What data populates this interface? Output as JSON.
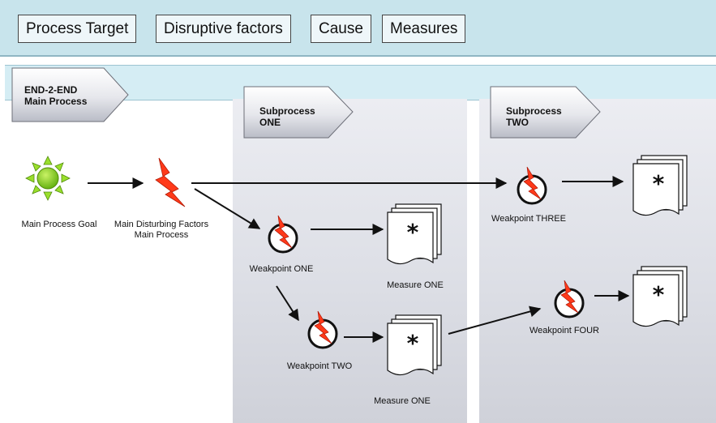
{
  "toolbar": {
    "tabs": [
      {
        "label": "Process Target"
      },
      {
        "label": "Disruptive factors"
      },
      {
        "label": "Cause"
      },
      {
        "label": "Measures"
      }
    ]
  },
  "process": {
    "main_line1": "END-2-END",
    "main_line2": "Main Process",
    "sub1_line1": "Subprocess",
    "sub1_line2": "ONE",
    "sub2_line1": "Subprocess",
    "sub2_line2": "TWO"
  },
  "nodes": {
    "goal": "Main Process Goal",
    "disturb_line1": "Main Disturbing Factors",
    "disturb_line2": "Main Process",
    "wp_one": "Weakpoint ONE",
    "wp_two": "Weakpoint TWO",
    "wp_three": "Weakpoint THREE",
    "wp_four": "Weakpoint FOUR",
    "measure_a": "Measure ONE",
    "measure_b": "Measure ONE"
  },
  "icons": {
    "goal": "sun-icon",
    "disturb": "lightning-icon",
    "weakpoint": "weakpoint-icon",
    "measure": "document-stack-icon"
  },
  "colors": {
    "toolbar_bg": "#c8e4ec",
    "sun_fill": "#7fce18",
    "bolt_fill": "#ff3a1a"
  }
}
